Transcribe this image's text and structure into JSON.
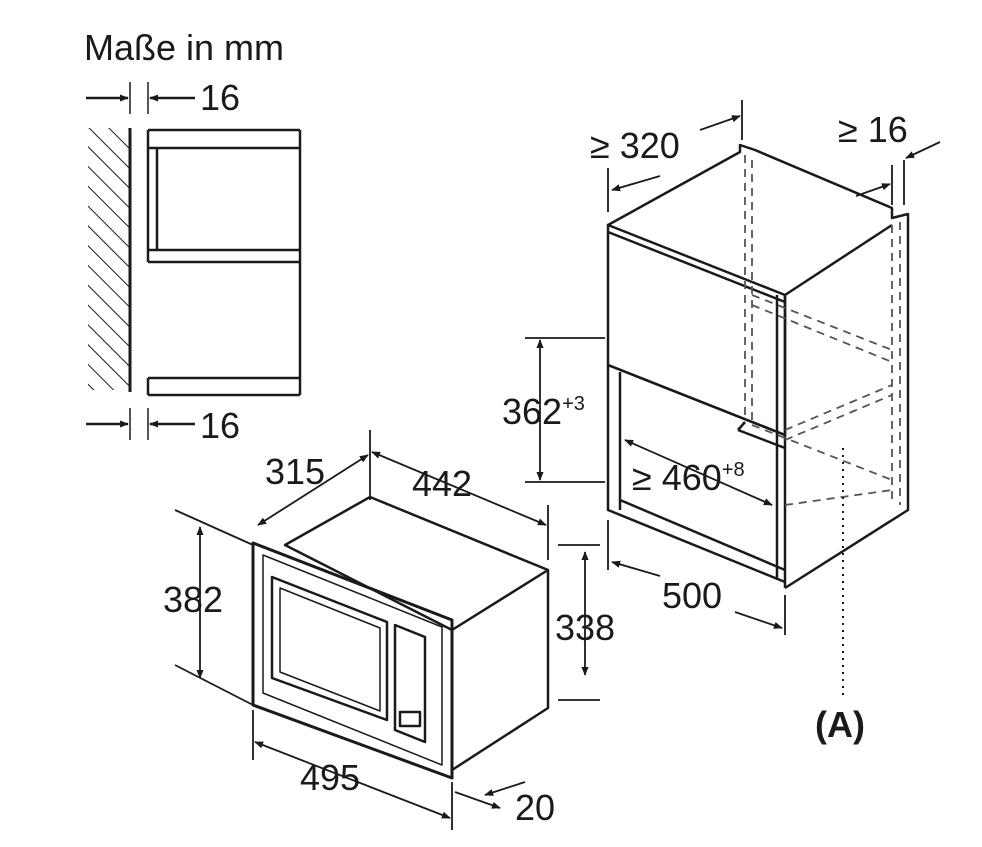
{
  "title": "Maße in mm",
  "side_view": {
    "gap_top": "16",
    "gap_bottom": "16"
  },
  "microwave": {
    "depth": "315",
    "width": "442",
    "total_height": "382",
    "body_height": "338",
    "front_width": "495",
    "front_thickness": "20"
  },
  "cabinet": {
    "min_width": "≥ 320",
    "min_gap": "≥ 16",
    "niche_height": "362",
    "niche_height_tol": "+3",
    "niche_width": "≥ 460",
    "niche_width_tol": "+8",
    "depth": "500",
    "ref_label": "(A)"
  },
  "colors": {
    "line": "#1a1a1a",
    "dashed": "#555555",
    "background": "#ffffff"
  }
}
